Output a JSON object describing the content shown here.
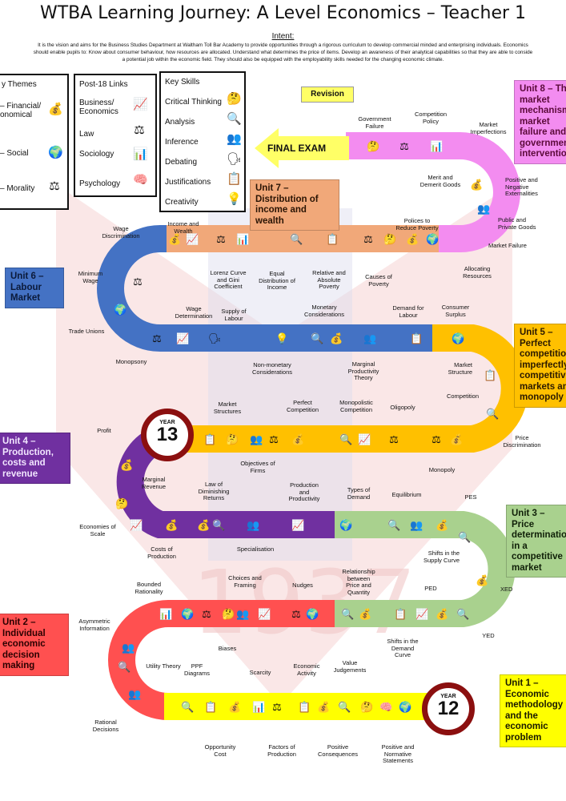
{
  "title": "WTBA Learning Journey: A Level Economics – Teacher 1",
  "intent": {
    "heading": "Intent:",
    "body": "It is the vision and aims for the Business Studies Department at Waltham Toll Bar Academy to provide opportunities through a rigorous curriculum to develop commercial minded and enterprising individuals. Economics\nshould enable pupils to: Know about consumer behaviour, how resources are allocated. Understand what determines the price of items. Develop an awareness of their analytical capabilities so that they are able to conside\na potential job within the economic field. They should also be equipped with the employability skills needed for the changing economic climate."
  },
  "key_themes": {
    "heading": "y Themes",
    "items": [
      "– Financial/\nonomical",
      "– Social",
      "– Morality"
    ],
    "icons": [
      "money-bag-icon",
      "globe-icon",
      "scales-icon"
    ]
  },
  "post18": {
    "heading": "Post-18 Links",
    "items": [
      "Business/\nEconomics",
      "Law",
      "Sociology",
      "Psychology"
    ],
    "icons": [
      "chart-icon",
      "scales-icon",
      "presentation-icon",
      "head-icon"
    ]
  },
  "skills": {
    "heading": "Key Skills",
    "items": [
      "Critical Thinking",
      "Analysis",
      "Inference",
      "Debating",
      "Justifications",
      "Creativity"
    ],
    "icons": [
      "thinking-head-icon",
      "magnifier-icon",
      "people-icon",
      "debate-icon",
      "presenter-icon",
      "bulb-icon"
    ]
  },
  "revision": "Revision",
  "final_exam": "FINAL EXAM",
  "year13": {
    "label": "YEAR",
    "num": "13"
  },
  "year12": {
    "label": "YEAR",
    "num": "12"
  },
  "units": [
    "Unit 8 – Th\nmarket\nmechanism\nmarket\nfailure and\ngovernmen\ninterventio",
    "Unit 7 –\nDistribution of\nincome and\nwealth",
    "Unit 6 –\nLabour\nMarket",
    "Unit 5 –\nPerfect\ncompetition\nimperfectly\ncompetitive\nmarkets an\nmonopoly",
    "Unit 4 –\nProduction,\ncosts and\nrevenue",
    "Unit 3 –\nPrice\ndetermination\nin a\ncompetitive\nmarket",
    "Unit 2 –\nIndividual\neconomic\ndecision\nmaking",
    "Unit 1 –\nEconomic\nmethodology\nand the\neconomic\nproblem"
  ],
  "colors": {
    "u8": "#f38cf0",
    "u7": "#f1a879",
    "u6": "#4472c4",
    "u5": "#ffc000",
    "u4": "#7030a0",
    "u3": "#a9d18e",
    "u2": "#ff5050",
    "u1": "#ffff00",
    "badge": "#8b0f0f"
  },
  "topics": [
    "Government\nFailure",
    "Competition\nPolicy",
    "Market\nImperfections",
    "Merit and\nDemerit Goods",
    "Positive and\nNegative\nExternalities",
    "Public and\nPrivate Goods",
    "Market Failure",
    "Allocating\nResources",
    "Polices to\nReduce Poverty",
    "Income and\nWealth",
    "Wage\nDiscrimination",
    "Lorenz Curve\nand Gini\nCoefficient",
    "Equal\nDistribution of\nIncome",
    "Relative and\nAbsolute\nPoverty",
    "Causes of\nPoverty",
    "Minimum\nWage",
    "Trade Unions",
    "Monopsony",
    "Wage\nDetermination",
    "Supply of\nLabour",
    "Non-monetary\nConsiderations",
    "Monetary\nConsiderations",
    "Marginal\nProductivity\nTheory",
    "Demand for\nLabour",
    "Consumer\nSurplus",
    "Market\nStructure",
    "Competition",
    "Price\nDiscrimination",
    "Monopoly",
    "Oligopoly",
    "Monopolistic\nCompetition",
    "Perfect\nCompetition",
    "Market\nStructures",
    "Objectives of\nFirms",
    "Profit",
    "Marginal\nRevenue",
    "Economies of\nScale",
    "Costs of\nProduction",
    "Law of\nDiminishing\nReturns",
    "Specialisation",
    "Production\nand\nProductivity",
    "Types of\nDemand",
    "Equilibrium",
    "PES",
    "Shifts in the\nSupply Curve",
    "XED",
    "PED",
    "YED",
    "Shifts in the\nDemand\nCurve",
    "Relationship\nbetween\nPrice and\nQuantity",
    "Nudges",
    "Choices and\nFraming",
    "Bounded\nRationality",
    "Asymmetric\nInformation",
    "Biases",
    "Utility Theory",
    "Rational\nDecisions",
    "PPF\nDiagrams",
    "Opportunity\nCost",
    "Scarcity",
    "Factors of\nProduction",
    "Economic\nActivity",
    "Positive\nConsequences",
    "Value\nJudgements",
    "Positive and\nNormative\nStatements"
  ]
}
